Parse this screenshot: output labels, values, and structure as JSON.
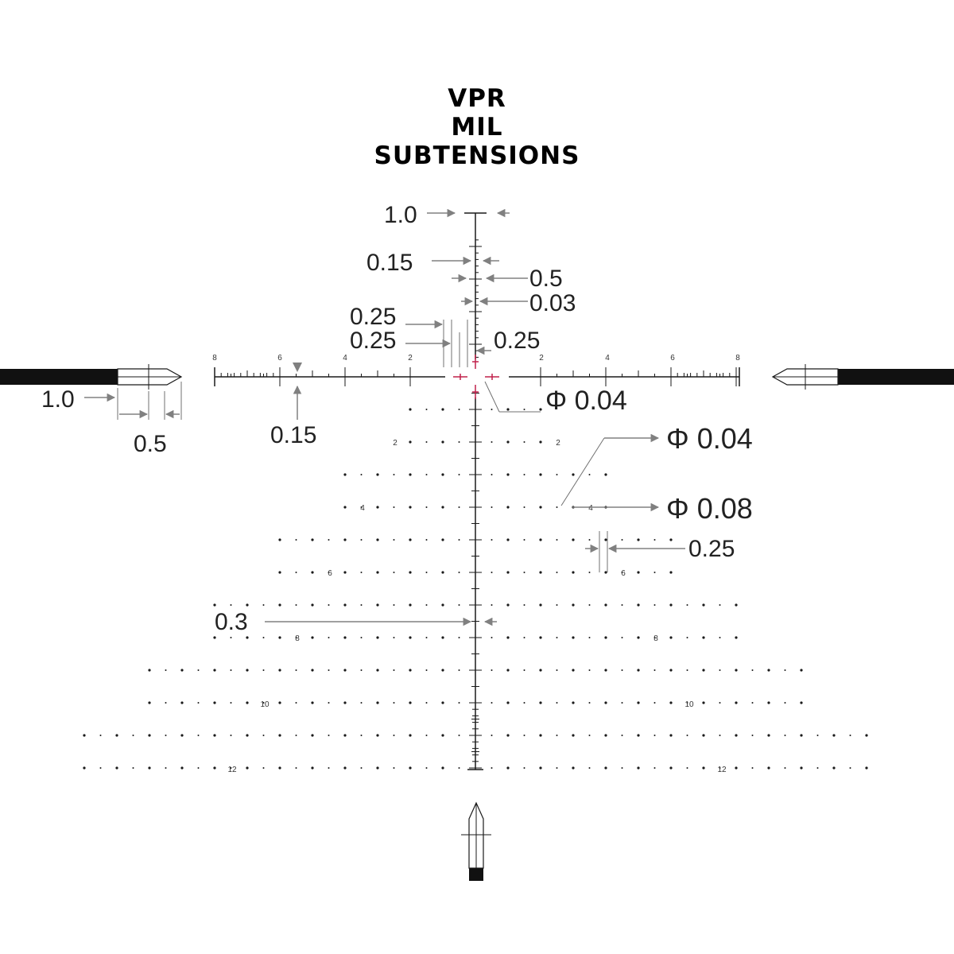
{
  "title": {
    "line1": "VPR",
    "line2": "MIL",
    "line3": "SUBTENSIONS"
  },
  "colors": {
    "reticle": "#1a1a1a",
    "arrow": "#808080",
    "center": "#c0204a",
    "post": "#111111"
  },
  "horizontal_scale_labels": {
    "left": [
      "8",
      "6",
      "4",
      "2"
    ],
    "right": [
      "2",
      "4",
      "6",
      "8"
    ]
  },
  "tree_row_labels": [
    "2",
    "4",
    "6",
    "8",
    "10",
    "12"
  ],
  "subtension_labels": {
    "vertical_top_spacing": "1.0",
    "vertical_hash_length": "0.15",
    "mid_hash_length": "0.5",
    "line_thickness": "0.03",
    "gap_outer_left": "0.25",
    "gap_inner_left": "0.25",
    "center_gap": "0.25",
    "center_dot": "Φ 0.04",
    "small_dot": "Φ 0.04",
    "large_dot": "Φ 0.08",
    "tree_dot_gap": "0.25",
    "horizontal_hash": "0.15",
    "post_width": "1.0",
    "post_tip": "0.5",
    "tree_hash_spacing": "0.3"
  },
  "icons": [
    "left-post-icon",
    "right-post-icon",
    "bottom-post-icon",
    "center-cross-icon"
  ]
}
